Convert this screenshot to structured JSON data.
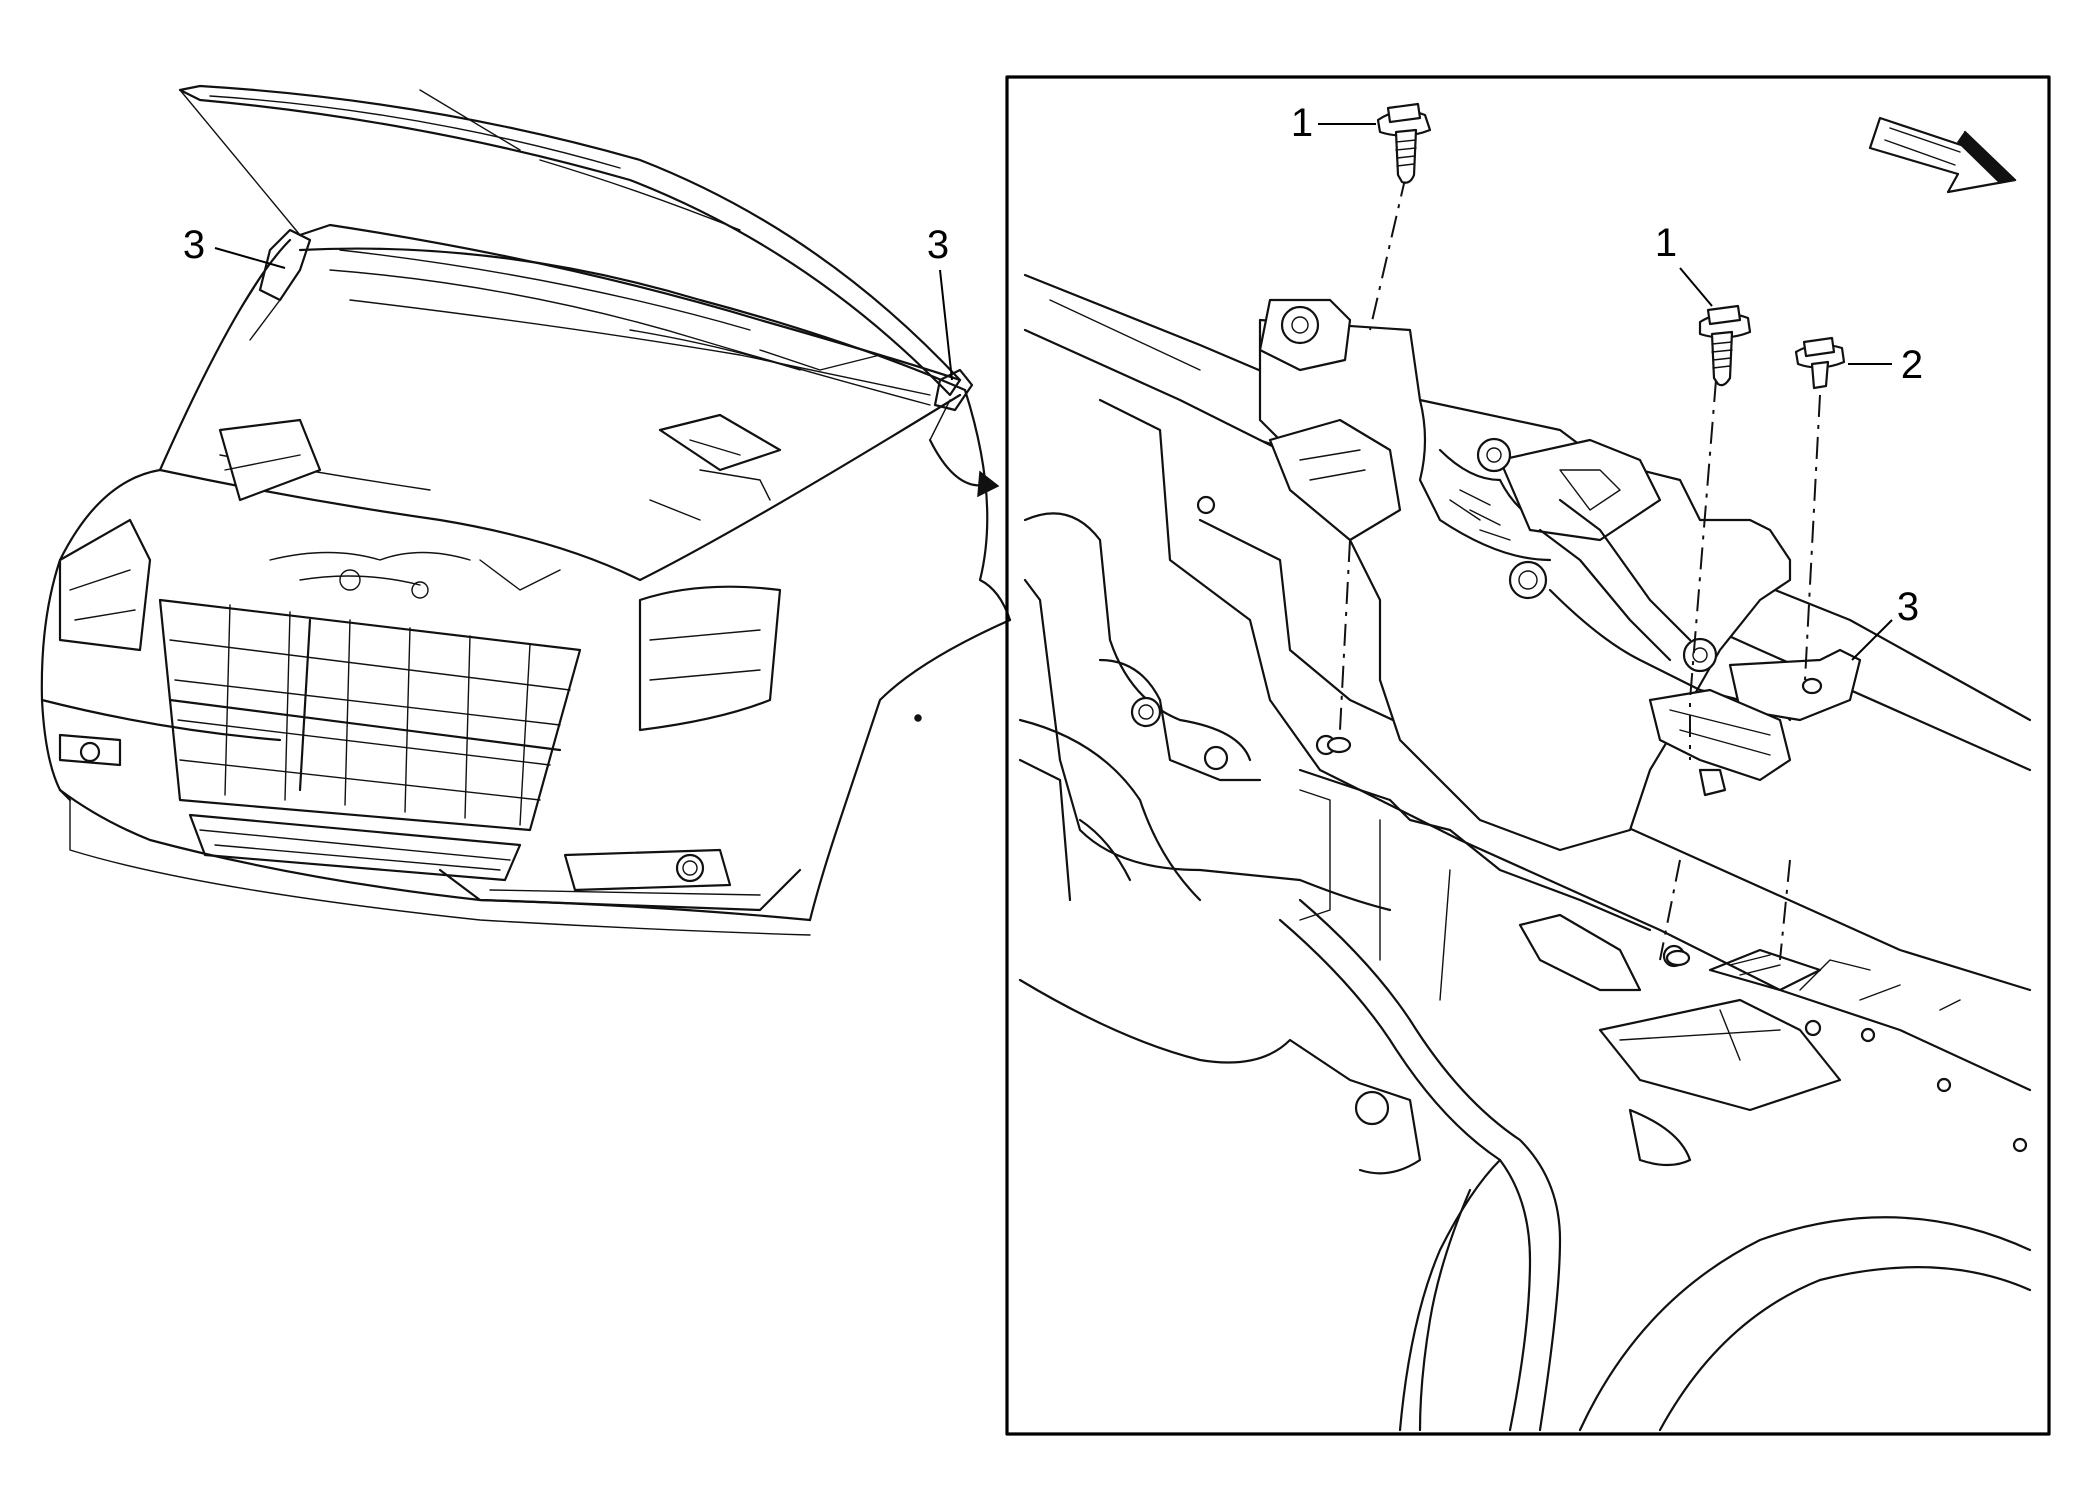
{
  "callouts": {
    "overview_left": "3",
    "overview_right": "3",
    "detail_bolt_top": "1",
    "detail_bolt_mid": "1",
    "detail_nut": "2",
    "detail_sensor": "3"
  },
  "colors": {
    "line": "#111111",
    "background": "#ffffff"
  },
  "icons": {
    "direction_arrow": "forward-arrow-icon",
    "view_arrow": "curved-arrow-icon"
  }
}
